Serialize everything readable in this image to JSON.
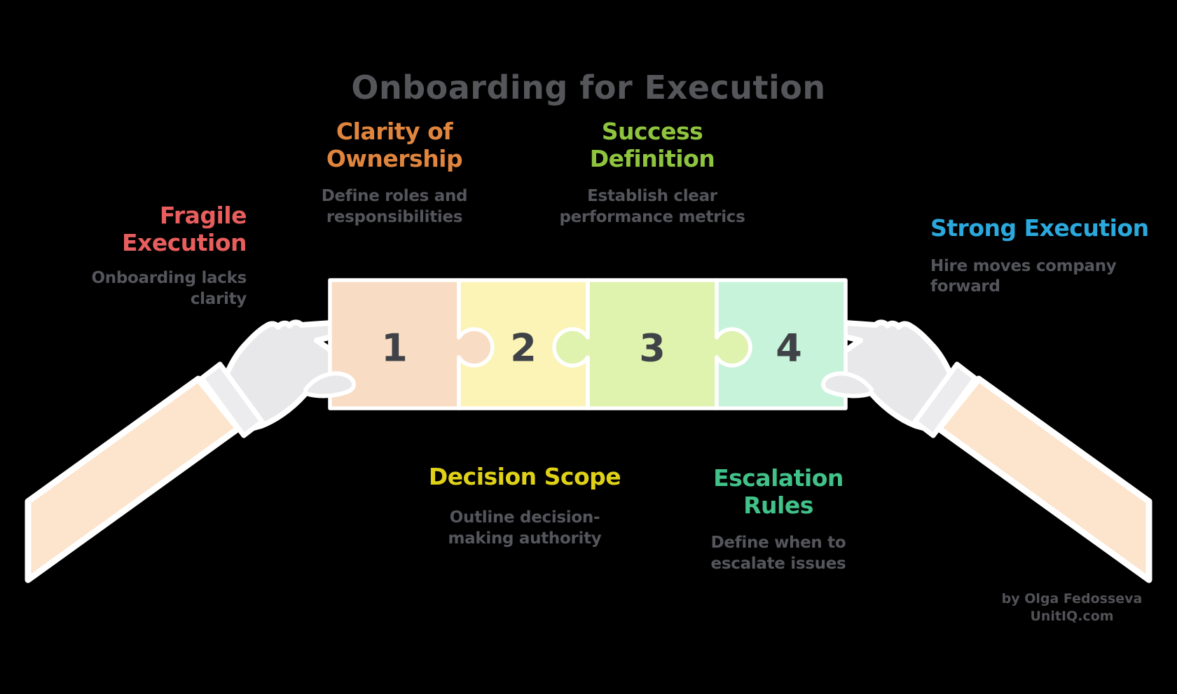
{
  "title": "Onboarding for Execution",
  "puzzle": {
    "pieces": [
      {
        "number": "1",
        "fill": "#f9dcc4"
      },
      {
        "number": "2",
        "fill": "#fbf4b6"
      },
      {
        "number": "3",
        "fill": "#dff2ae"
      },
      {
        "number": "4",
        "fill": "#c7f3da"
      }
    ],
    "number_color": "#3f4347"
  },
  "callouts": {
    "clarity": {
      "heading": [
        "Clarity of",
        "Ownership"
      ],
      "body": [
        "Define roles and",
        "responsibilities"
      ],
      "color": "#e0853e"
    },
    "success": {
      "heading": [
        "Success",
        "Definition"
      ],
      "body": [
        "Establish clear",
        "performance metrics"
      ],
      "color": "#8fc43f"
    },
    "fragile": {
      "heading": [
        "Fragile",
        "Execution"
      ],
      "body": [
        "Onboarding lacks",
        "clarity"
      ],
      "color": "#e85d5d"
    },
    "strong": {
      "heading": [
        "Strong Execution",
        ""
      ],
      "body": [
        "Hire moves company",
        "forward"
      ],
      "color": "#2ba9dd"
    },
    "decision": {
      "heading": [
        "Decision Scope",
        ""
      ],
      "body": [
        "Outline decision-",
        "making authority"
      ],
      "color": "#dfd118"
    },
    "escalation": {
      "heading": [
        "Escalation",
        "Rules"
      ],
      "body": [
        "Define when to",
        "escalate issues"
      ],
      "color": "#41c289"
    }
  },
  "attribution": {
    "line1": "by Olga Fedosseva",
    "line2": "UnitIQ.com"
  },
  "colors": {
    "background": "#000000",
    "title": "#55565a",
    "text_gray": "#55565c",
    "outline": "#ffffff",
    "hand": "#e8e8ea",
    "cuff": "#ececee",
    "left_sleeve": "#fce4cd",
    "right_sleeve": "#cdf7e0"
  }
}
